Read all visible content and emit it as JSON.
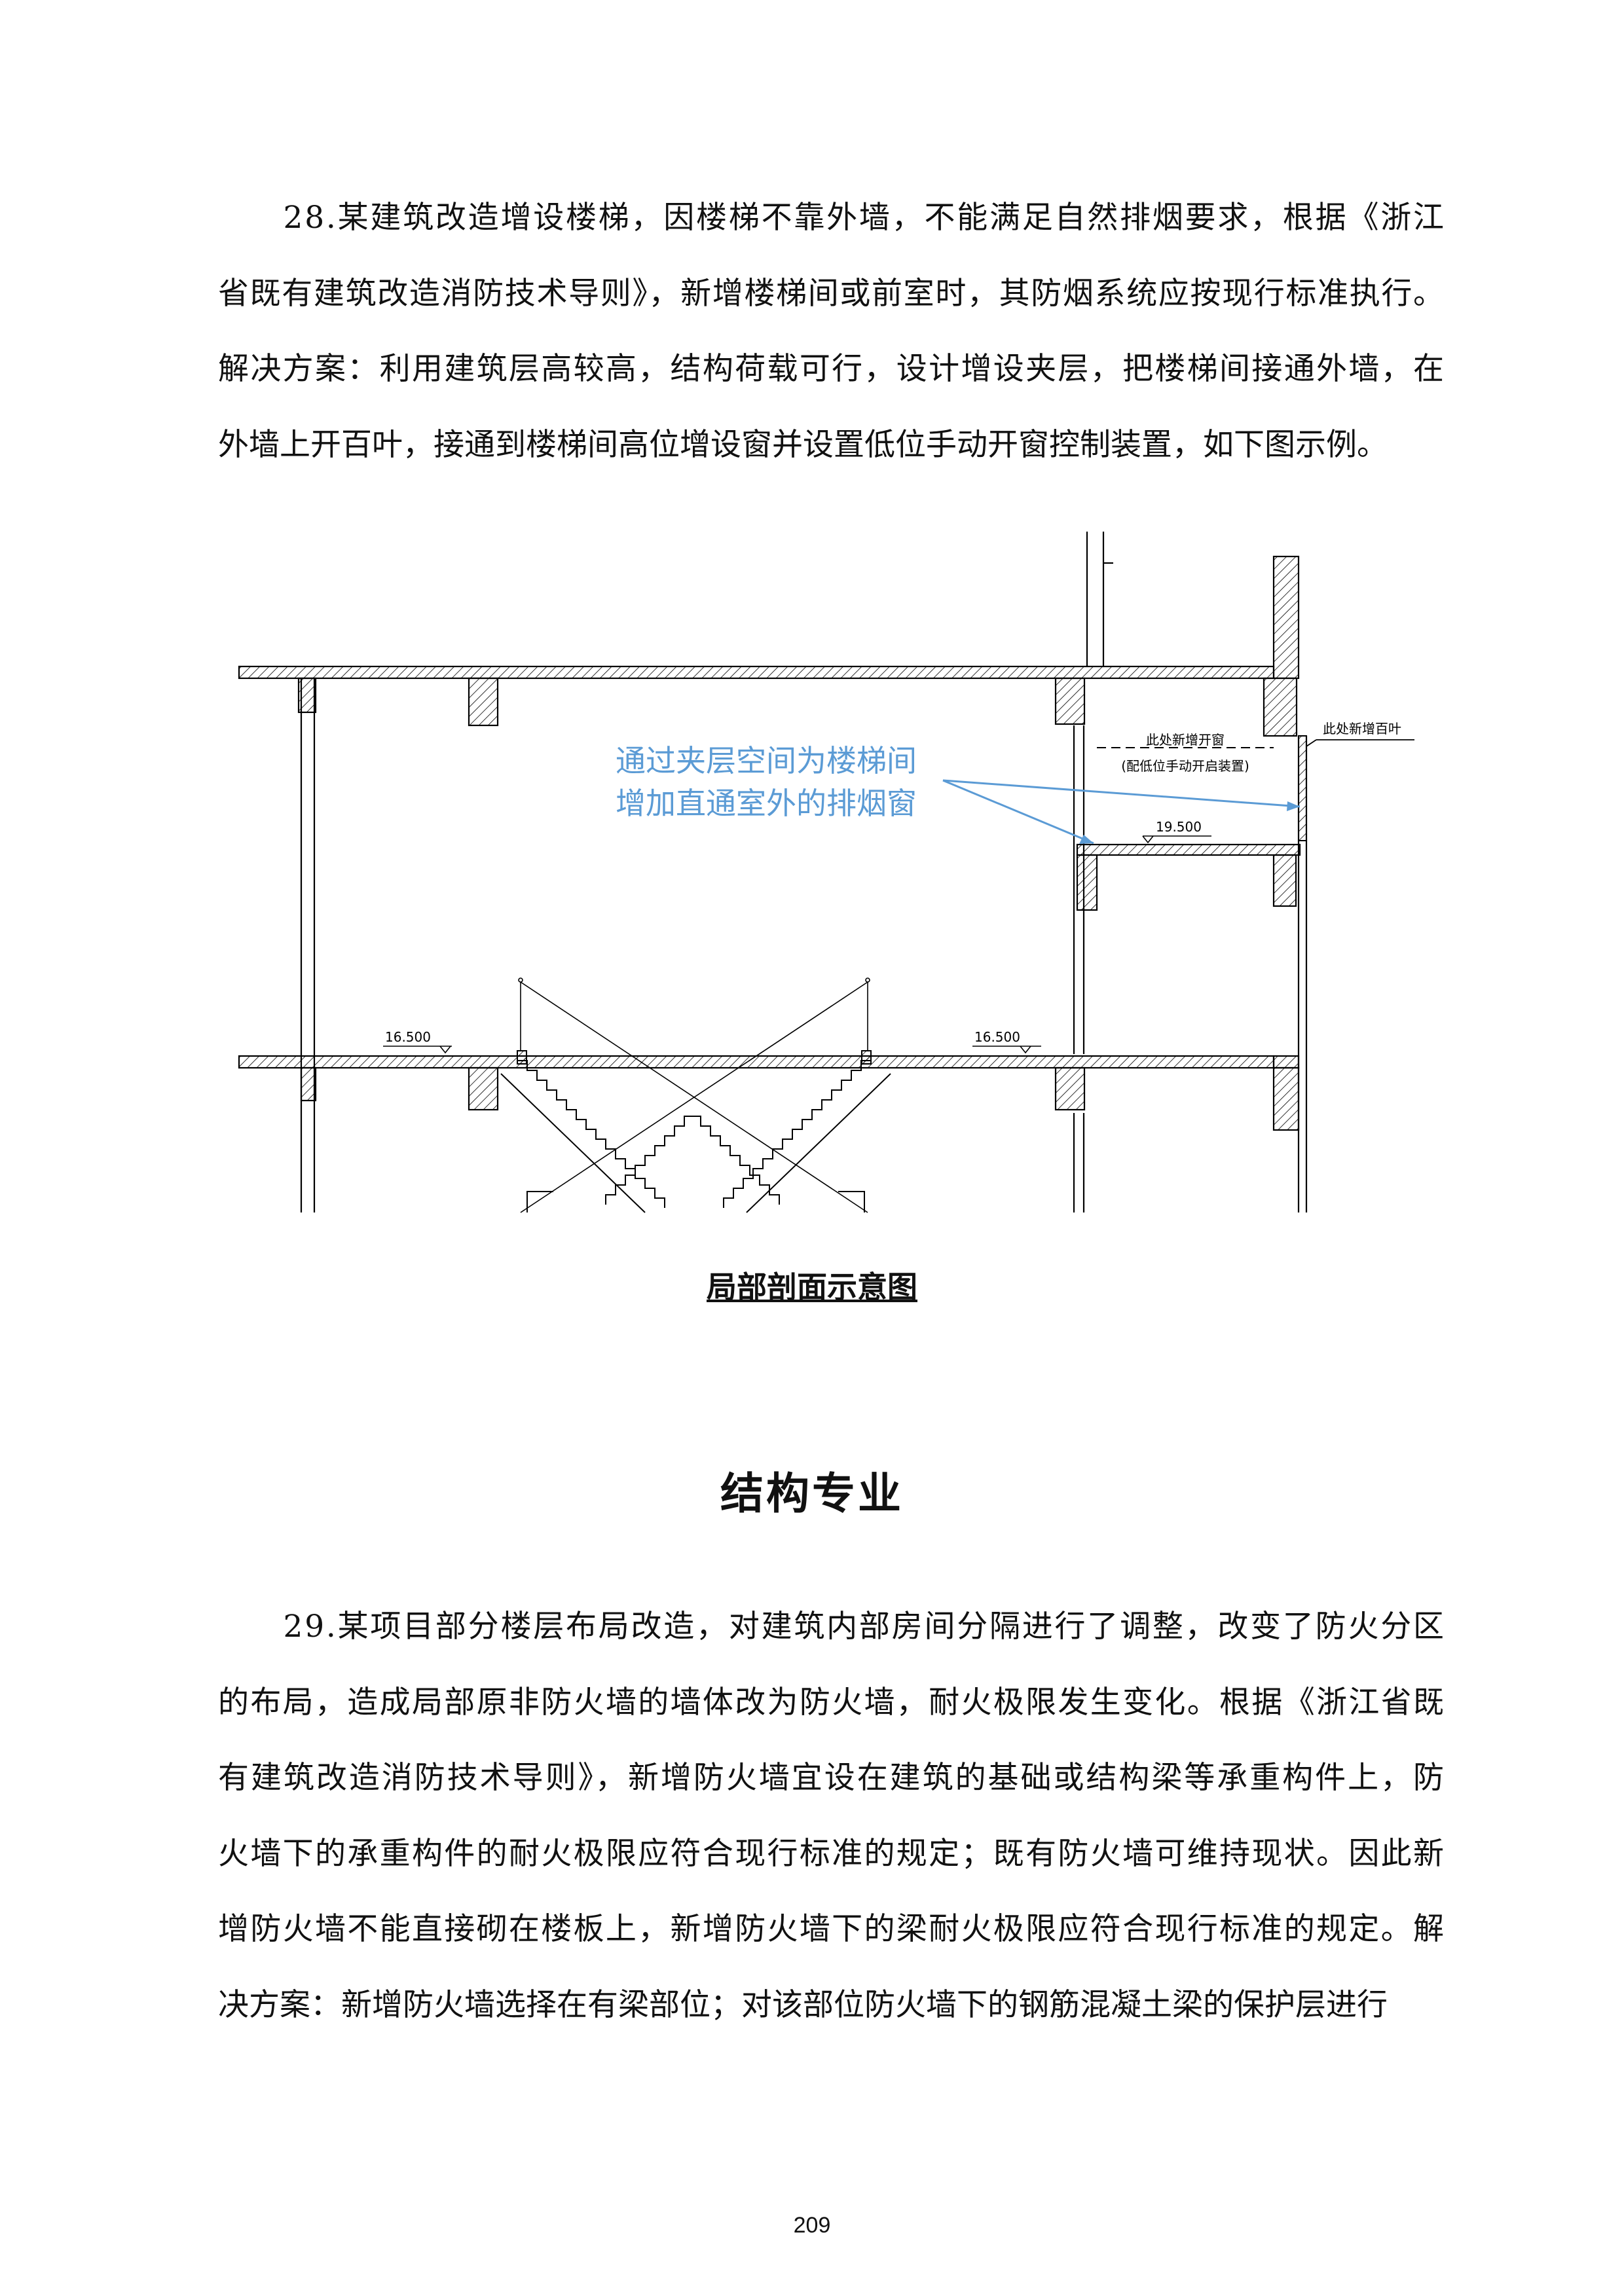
{
  "para28": {
    "lines": [
      "　　28.某建筑改造增设楼梯，因楼梯不靠外墙，不能满足自然排烟要求，根据《浙江",
      "省既有建筑改造消防技术导则》，新增楼梯间或前室时，其防烟系统应按现行标准执行。",
      "解决方案：利用建筑层高较高，结构荷载可行，设计增设夹层，把楼梯间接通外墙，在",
      "外墙上开百叶，接通到楼梯间高位增设窗并设置低位手动开窗控制装置，如下图示例。"
    ]
  },
  "figure": {
    "annotation_line1": "通过夹层空间为楼梯间",
    "annotation_line2": "增加直通室外的排烟窗",
    "label_new_window": "此处新增开窗",
    "label_manual_device": "(配低位手动开启装置)",
    "label_new_louver": "此处新增百叶",
    "elev_mezzanine": "19.500",
    "elev_floor_left": "16.500",
    "elev_floor_mid": "16.500",
    "annotation_color": "#5b9bd5",
    "caption": "局部剖面示意图"
  },
  "section_heading": "结构专业",
  "para29": {
    "lines": [
      "　　29.某项目部分楼层布局改造，对建筑内部房间分隔进行了调整，改变了防火分区",
      "的布局，造成局部原非防火墙的墙体改为防火墙，耐火极限发生变化。根据《浙江省既",
      "有建筑改造消防技术导则》，新增防火墙宜设在建筑的基础或结构梁等承重构件上，防",
      "火墙下的承重构件的耐火极限应符合现行标准的规定；既有防火墙可维持现状。因此新",
      "增防火墙不能直接砌在楼板上，新增防火墙下的梁耐火极限应符合现行标准的规定。解",
      "决方案：新增防火墙选择在有梁部位；对该部位防火墙下的钢筋混凝土梁的保护层进行"
    ]
  },
  "page_number": "209"
}
